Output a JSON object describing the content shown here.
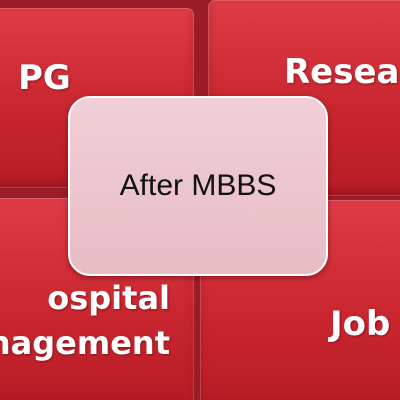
{
  "diagram": {
    "center": {
      "label": "After MBBS"
    },
    "quadrants": [
      {
        "id": "pg",
        "label": "PG"
      },
      {
        "id": "research",
        "label": "Researc"
      },
      {
        "id": "hospital-management",
        "label": "ospital\nnagement"
      },
      {
        "id": "job",
        "label": "Job"
      }
    ],
    "colors": {
      "quadrant_fill": "#c9262f",
      "background": "#9a1c26",
      "center_fill": "#eec7cf",
      "center_border": "#ffffff",
      "quadrant_text": "#ffffff",
      "center_text": "#111111"
    }
  }
}
